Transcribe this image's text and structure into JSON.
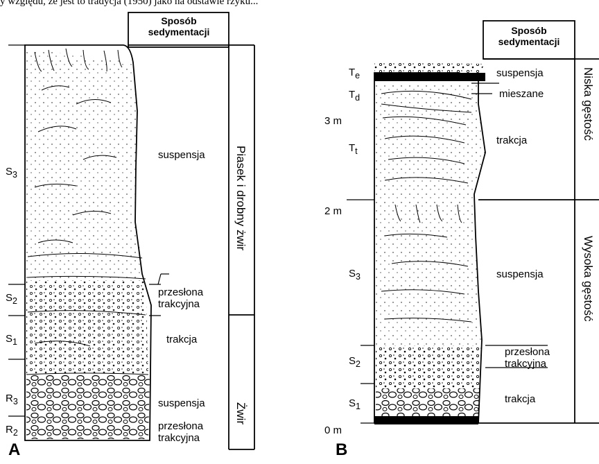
{
  "header_snippet": "y względu, że jest to tradycja (1950) jako na odstawie rzyku...",
  "panel_a": {
    "label": "A",
    "header_line1": "Sposób",
    "header_line2": "sedymentacji",
    "units": [
      {
        "main": "S",
        "sub": "3"
      },
      {
        "main": "S",
        "sub": "2"
      },
      {
        "main": "S",
        "sub": "1"
      },
      {
        "main": "R",
        "sub": "3"
      },
      {
        "main": "R",
        "sub": "2"
      }
    ],
    "modes": {
      "suspension_upper": "suspensja",
      "traction_carpet_1": "przesłona",
      "traction_carpet_2": "trakcyjna",
      "traction": "trakcja",
      "suspension_lower": "suspensja",
      "traction_carpet_lower_1": "przesłona",
      "traction_carpet_lower_2": "trakcyjna"
    },
    "grain_upper": "Piasek i drobny żwir",
    "grain_lower": "Żwir"
  },
  "panel_b": {
    "label": "B",
    "header_line1": "Sposób",
    "header_line2": "sedymentacji",
    "units": [
      {
        "main": "T",
        "sub": "e"
      },
      {
        "main": "T",
        "sub": "d"
      },
      {
        "main": "T",
        "sub": "t"
      },
      {
        "main": "S",
        "sub": "3"
      },
      {
        "main": "S",
        "sub": "2"
      },
      {
        "main": "S",
        "sub": "1"
      }
    ],
    "scale": [
      "3 m",
      "2 m",
      "0 m"
    ],
    "modes": {
      "suspension_top": "suspensja",
      "mixed": "mieszane",
      "traction_upper": "trakcja",
      "suspension": "suspensja",
      "traction_carpet_1": "przesłona",
      "traction_carpet_2": "trakcyjna",
      "traction_lower": "trakcja"
    },
    "density_low": "Niska gęstość",
    "density_high": "Wysoka gęstość"
  }
}
